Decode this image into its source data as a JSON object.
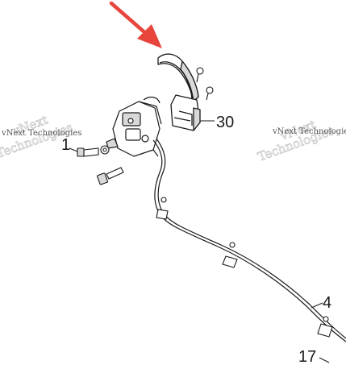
{
  "diagram": {
    "callouts": {
      "c30": "30",
      "c1": "1",
      "c4": "4",
      "c17": "17"
    },
    "watermarks": [
      "vNext",
      "Technologies",
      "vNext Technologies",
      "vNext",
      "Technologies",
      "vNext Technologies"
    ],
    "colors": {
      "arrow": "#e8453c",
      "line": "#1a1a1a",
      "part_fill": "#ffffff",
      "shade": "#d9d9d9",
      "watermark": "#bdbdbd"
    }
  }
}
